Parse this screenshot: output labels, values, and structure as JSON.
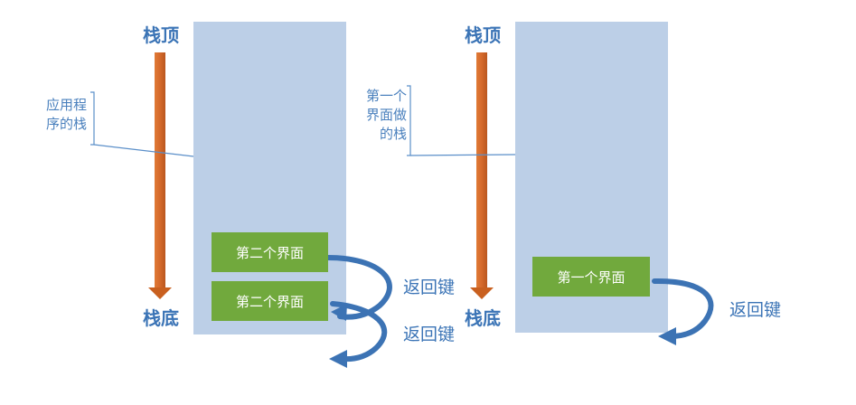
{
  "left_panel": {
    "stack_top": "栈顶",
    "stack_bottom": "栈底",
    "annotation_lines": [
      "应用程",
      "序的栈"
    ],
    "screens": [
      "第二个界面",
      "第二个界面"
    ],
    "back_keys": [
      "返回键",
      "返回键"
    ]
  },
  "right_panel": {
    "stack_top": "栈顶",
    "stack_bottom": "栈底",
    "annotation_lines": [
      "第一个",
      "界面做",
      "的栈"
    ],
    "screens": [
      "第一个界面"
    ],
    "back_keys": [
      "返回键"
    ]
  },
  "colors": {
    "stack_fill": "#bccfe7",
    "screen_fill": "#71a93d",
    "arrow_orange": "#d5692b",
    "curve_blue": "#3c73b4",
    "label_blue": "#3b74b6",
    "line_blue": "#5b8fc9"
  },
  "icons": {
    "down_arrow": "orange-down-arrow-icon",
    "back_arrow": "curved-back-arrow-icon"
  }
}
